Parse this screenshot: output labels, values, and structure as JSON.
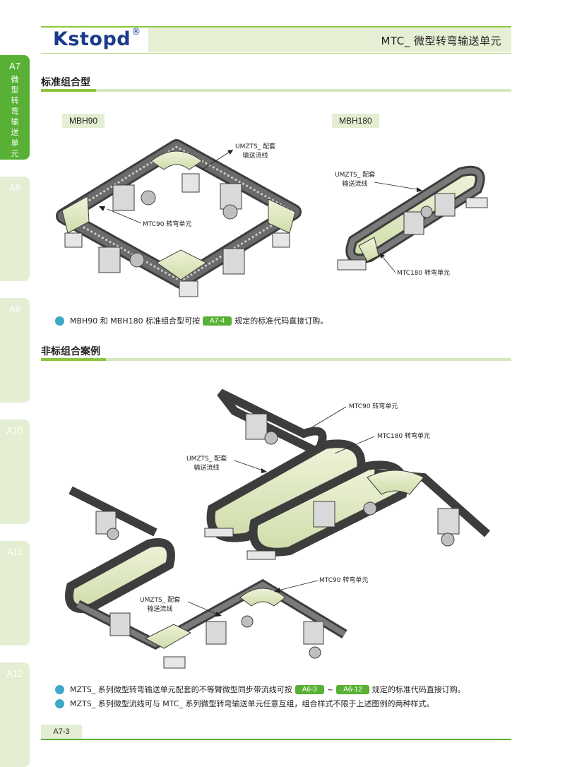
{
  "header": {
    "logo": "Kstopd",
    "logo_mark": "®",
    "title": "MTC_ 微型转弯输送单元"
  },
  "tabs": [
    {
      "code": "A7",
      "label": "微型转弯输送单元",
      "active": true
    },
    {
      "code": "A8"
    },
    {
      "code": "A9"
    },
    {
      "code": "A10"
    },
    {
      "code": "A11"
    },
    {
      "code": "A12"
    }
  ],
  "section1": {
    "title": "标准组合型",
    "chip_left": "MBH90",
    "chip_right": "MBH180",
    "callouts": {
      "umzts_left_1": "UMZTS_ 配套",
      "umzts_left_2": "输送流线",
      "mtc90": "MTC90 转弯单元",
      "umzts_right_1": "UMZTS_ 配套",
      "umzts_right_2": "输送流线",
      "mtc180": "MTC180 转弯单元"
    },
    "note_before": "MBH90 和 MBH180 标准组合型可按",
    "note_ref": "A7-4",
    "note_after": "规定的标准代码直接订购。"
  },
  "section2": {
    "title": "非标组合案例",
    "callouts": {
      "mtc90_top": "MTC90 转弯单元",
      "mtc180": "MTC180 转弯单元",
      "umzts_top_1": "UMZTS_ 配套",
      "umzts_top_2": "输送流线",
      "mtc90_bottom": "MTC90 转弯单元",
      "umzts_bottom_1": "UMZTS_ 配套",
      "umzts_bottom_2": "输送流线"
    },
    "note1_before": "MZTS_ 系列微型转弯输送单元配套的不等臂微型同步带流线可按",
    "note1_ref1": "A6-3",
    "note1_tilde": "~",
    "note1_ref2": "A6-12",
    "note1_after": "规定的标准代码直接订购。",
    "note2": "MZTS_ 系列微型流线可与 MTC_ 系列微型转弯输送单元任意互组，组合样式不限于上述图例的两种样式。"
  },
  "footer": {
    "page": "A7-3"
  }
}
